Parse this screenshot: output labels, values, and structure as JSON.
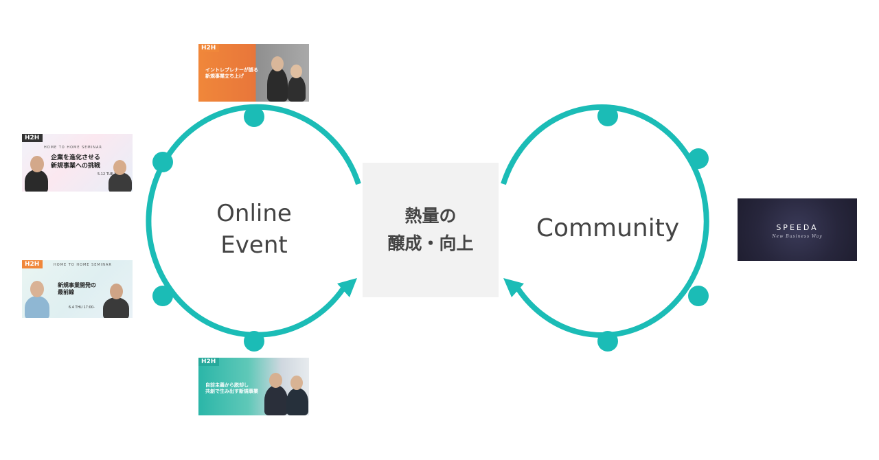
{
  "loops": {
    "online": {
      "line1": "Online",
      "line2": "Event"
    },
    "community": {
      "label": "Community"
    }
  },
  "center": {
    "line1": "熱量の",
    "line2": "醸成・向上"
  },
  "thumbnails": {
    "top": {
      "brand": "H2H",
      "headline_1": "イントレプレナーが語る",
      "headline_2": "新規事業立ち上げ"
    },
    "left1": {
      "brand": "H2H",
      "series": "HOME TO HOME SEMINAR",
      "headline_1": "企業を進化させる",
      "headline_2": "新規事業への挑戦",
      "date": "5.12 TUE 17:00-"
    },
    "left2": {
      "brand": "H2H",
      "series": "HOME TO HOME SEMINAR",
      "headline_1": "新規事業開発の",
      "headline_2": "最前線",
      "date": "6.4 THU 17:00-"
    },
    "bottom": {
      "brand": "H2H",
      "headline_1": "自前主義から脱却し",
      "headline_2": "共創で生み出す新規事業"
    },
    "speeda": {
      "name": "SPEEDA",
      "tagline": "New Business Way"
    }
  },
  "colors": {
    "accent": "#1bbcb6",
    "text": "#444444",
    "box": "#f2f2f2"
  }
}
